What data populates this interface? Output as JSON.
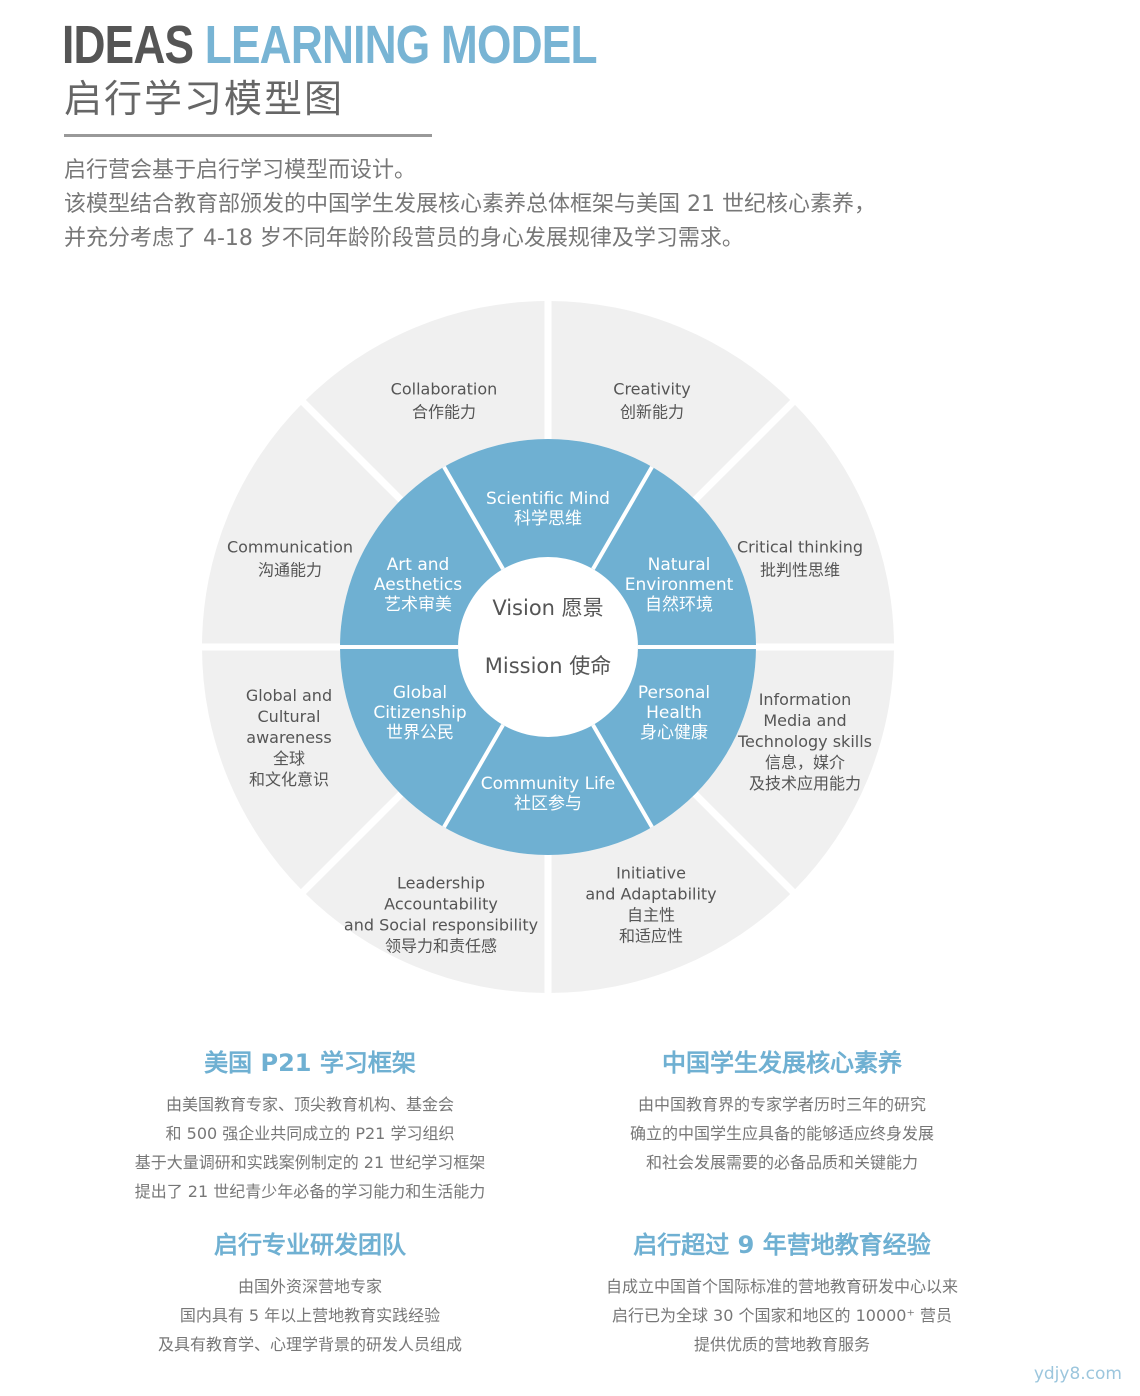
{
  "header": {
    "title_en_dark": "IDEAS",
    "title_en_blue": "LEARNING MODEL",
    "title_cn": "启行学习模型图",
    "intro": [
      "启行营会基于启行学习模型而设计。",
      "该模型结合教育部颁发的中国学生发展核心素养总体框架与美国 21 世纪核心素养，",
      "并充分考虑了 4-18 岁不同年龄阶段营员的身心发展规律及学习需求。"
    ]
  },
  "colors": {
    "outer_ring": "#f0f0f0",
    "inner_ring": "#6fb0d2",
    "center": "#ffffff",
    "accent_title": "#78b4d4",
    "section_heading": "#6fb0d2"
  },
  "diagram": {
    "center": {
      "top": "Vision 愿景",
      "bottom": "Mission 使命"
    },
    "inner": [
      {
        "lines": [
          "Scientific Mind",
          "科学思维"
        ]
      },
      {
        "lines": [
          "Natural",
          "Environment",
          "自然环境"
        ]
      },
      {
        "lines": [
          "Personal",
          "Health",
          "身心健康"
        ]
      },
      {
        "lines": [
          "Community Life",
          "社区参与"
        ]
      },
      {
        "lines": [
          "Global",
          "Citizenship",
          "世界公民"
        ]
      },
      {
        "lines": [
          "Art and",
          "Aesthetics",
          "艺术审美"
        ]
      }
    ],
    "outer": [
      {
        "lines": [
          "Creativity",
          "创新能力"
        ]
      },
      {
        "lines": [
          "Critical thinking",
          "批判性思维"
        ]
      },
      {
        "lines": [
          "Information",
          "Media and",
          "Technology skills",
          "信息，媒介",
          "及技术应用能力"
        ]
      },
      {
        "lines": [
          "Initiative",
          "and Adaptability",
          "自主性",
          "和适应性"
        ]
      },
      {
        "lines": [
          "Leadership",
          "Accountability",
          "and Social responsibility",
          "领导力和责任感"
        ]
      },
      {
        "lines": [
          "Global and",
          "Cultural",
          "awareness",
          "全球",
          "和文化意识"
        ]
      },
      {
        "lines": [
          "Communication",
          "沟通能力"
        ]
      },
      {
        "lines": [
          "Collaboration",
          "合作能力"
        ]
      }
    ]
  },
  "sections": [
    {
      "heading": "美国 P21 学习框架",
      "lines": [
        "由美国教育专家、顶尖教育机构、基金会",
        "和 500 强企业共同成立的 P21 学习组织",
        "基于大量调研和实践案例制定的 21 世纪学习框架",
        "提出了 21 世纪青少年必备的学习能力和生活能力"
      ]
    },
    {
      "heading": "中国学生发展核心素养",
      "lines": [
        "由中国教育界的专家学者历时三年的研究",
        "确立的中国学生应具备的能够适应终身发展",
        "和社会发展需要的必备品质和关键能力"
      ]
    },
    {
      "heading": "启行专业研发团队",
      "lines": [
        "由国外资深营地专家",
        "国内具有 5 年以上营地教育实践经验",
        "及具有教育学、心理学背景的研发人员组成"
      ]
    },
    {
      "heading": "启行超过 9 年营地教育经验",
      "lines": [
        "自成立中国首个国际标准的营地教育研发中心以来",
        "启行已为全球 30 个国家和地区的 10000⁺ 营员",
        "提供优质的营地教育服务"
      ]
    }
  ],
  "watermark": "ydjy8.com"
}
